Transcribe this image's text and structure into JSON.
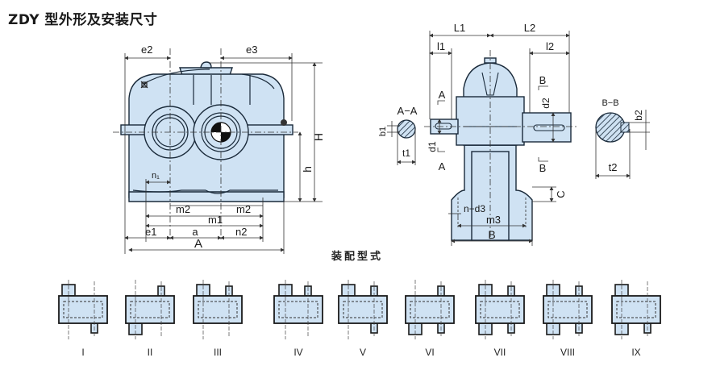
{
  "title": "ZDY 型外形及安装尺寸",
  "colors": {
    "body_fill": "#cfe2f3",
    "outline": "#1a2a3a",
    "dim_line": "#333333",
    "background": "#ffffff"
  },
  "front_view": {
    "labels": {
      "e2": "e2",
      "e3": "e3",
      "H": "H",
      "h": "h",
      "n1": "n₁",
      "m2_left": "m2",
      "m2_right": "m2",
      "m1": "m1",
      "e1": "e1",
      "a": "a",
      "n2": "n2",
      "A": "A"
    }
  },
  "side_view": {
    "labels": {
      "L1": "L1",
      "L2": "L2",
      "l1": "l1",
      "l2": "l2",
      "A_top": "A",
      "A_bottom": "A",
      "B_top": "B",
      "B_bottom": "B",
      "d1": "d1",
      "d2": "d2",
      "C": "C",
      "n_d3": "n−d3",
      "m3": "m3",
      "B_width": "B"
    }
  },
  "section_aa": {
    "title": "A−A",
    "b1": "b1",
    "t1": "t1"
  },
  "section_bb": {
    "title": "B−B",
    "b2": "b2",
    "t2": "t2"
  },
  "assembly": {
    "title": "装配型式",
    "types": [
      {
        "label": "I"
      },
      {
        "label": "II"
      },
      {
        "label": "III"
      },
      {
        "label": "IV"
      },
      {
        "label": "V"
      },
      {
        "label": "VI"
      },
      {
        "label": "VII"
      },
      {
        "label": "VIII"
      },
      {
        "label": "IX"
      }
    ]
  }
}
